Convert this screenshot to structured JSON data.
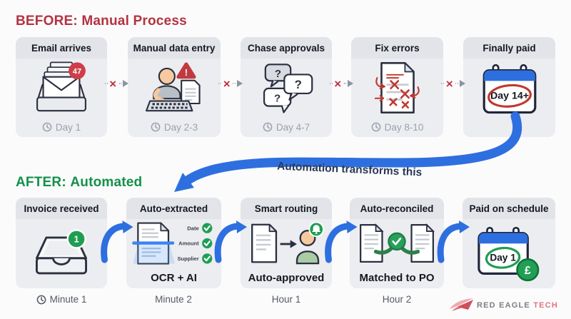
{
  "before": {
    "label": "BEFORE:",
    "subtitle": "Manual Process",
    "cards": [
      {
        "title": "Email arrives",
        "time": "Day 1",
        "badge": "47"
      },
      {
        "title": "Manual data entry",
        "time": "Day 2-3",
        "warning": "!"
      },
      {
        "title": "Chase approvals",
        "time": "Day 4-7",
        "bubbles": [
          "?",
          "?",
          "?"
        ]
      },
      {
        "title": "Fix errors",
        "time": "Day 8-10"
      },
      {
        "title": "Finally paid",
        "calendar_label": "Day 14+"
      }
    ]
  },
  "annotation": "Automation transforms this",
  "after": {
    "label": "AFTER:",
    "subtitle": "Automated",
    "cards": [
      {
        "title": "Invoice received",
        "time": "Minute 1",
        "badge": "1"
      },
      {
        "title": "Auto-extracted",
        "sublabel": "OCR + AI",
        "time": "Minute 2",
        "fields": [
          "Date",
          "Amount",
          "Supplier"
        ]
      },
      {
        "title": "Smart routing",
        "sublabel": "Auto-approved",
        "time": "Hour 1"
      },
      {
        "title": "Auto-reconciled",
        "sublabel": "Matched to PO",
        "time": "Hour 2"
      },
      {
        "title": "Paid on schedule",
        "calendar_label": "Day 1",
        "coin": "£"
      }
    ]
  },
  "icons": {
    "x_mark": "×",
    "clock": "clock-icon",
    "check": "✓",
    "bell": "bell-icon",
    "warning_glyph": "!"
  },
  "colors": {
    "before_red": "#b43240",
    "after_green": "#14904a",
    "arrow_blue": "#2e6fe0",
    "error_red": "#c0392f",
    "success_green": "#1e9e53",
    "annotation_navy": "#2b3a55",
    "card_bg": "#ecedf1",
    "card_header_bg": "#e2e4e9"
  },
  "logo": {
    "primary": "RED EAGLE",
    "accent": "TECH"
  }
}
